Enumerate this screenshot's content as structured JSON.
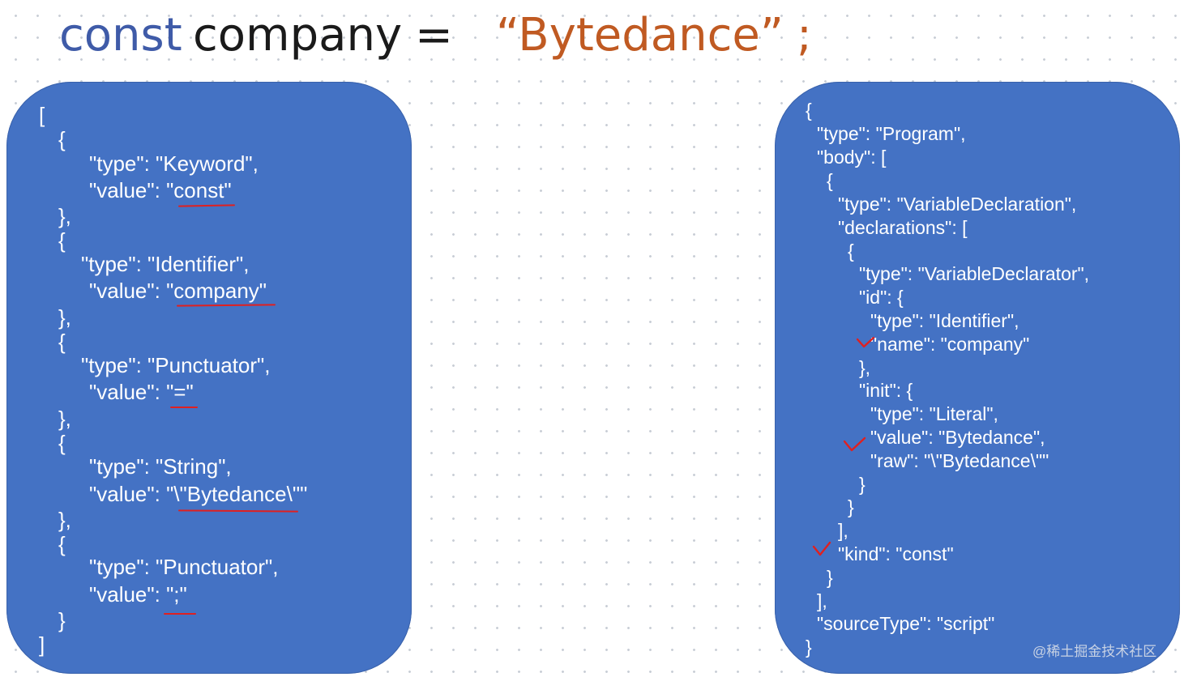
{
  "heading": {
    "keyword": "const",
    "identifier": "company",
    "operator": "=",
    "string": "“Bytedance”",
    "semicolon": ";"
  },
  "tokens_panel": {
    "lines": [
      "[",
      "{",
      "\"type\": \"Keyword\",",
      "\"value\": \"const\"",
      "},",
      "{",
      "\"type\": \"Identifier\",",
      "\"value\": \"company\"",
      "},",
      "{",
      "\"type\": \"Punctuator\",",
      "\"value\": \"=\"",
      "},",
      "{",
      "\"type\": \"String\",",
      "\"value\": \"\\\"Bytedance\\\"\"",
      "},",
      "{",
      "\"type\": \"Punctuator\",",
      "\"value\": \";\"",
      "}",
      "]"
    ]
  },
  "ast_panel": {
    "lines": [
      "{",
      "\"type\": \"Program\",",
      "\"body\": [",
      "{",
      "\"type\": \"VariableDeclaration\",",
      "\"declarations\": [",
      "{",
      "\"type\": \"VariableDeclarator\",",
      "\"id\": {",
      "\"type\": \"Identifier\",",
      "\"name\": \"company\"",
      "},",
      "\"init\": {",
      "\"type\": \"Literal\",",
      "\"value\": \"Bytedance\",",
      "\"raw\": \"\\\"Bytedance\\\"\"",
      "}",
      "}",
      "],",
      "\"kind\": \"const\"",
      "}",
      "],",
      "\"sourceType\": \"script\"",
      "}"
    ]
  },
  "watermark": "@稀土掘金技术社区",
  "colors": {
    "panel": "#4472c4",
    "keyword": "#3f5ba8",
    "string": "#c05a22",
    "annotation": "#e02020"
  }
}
